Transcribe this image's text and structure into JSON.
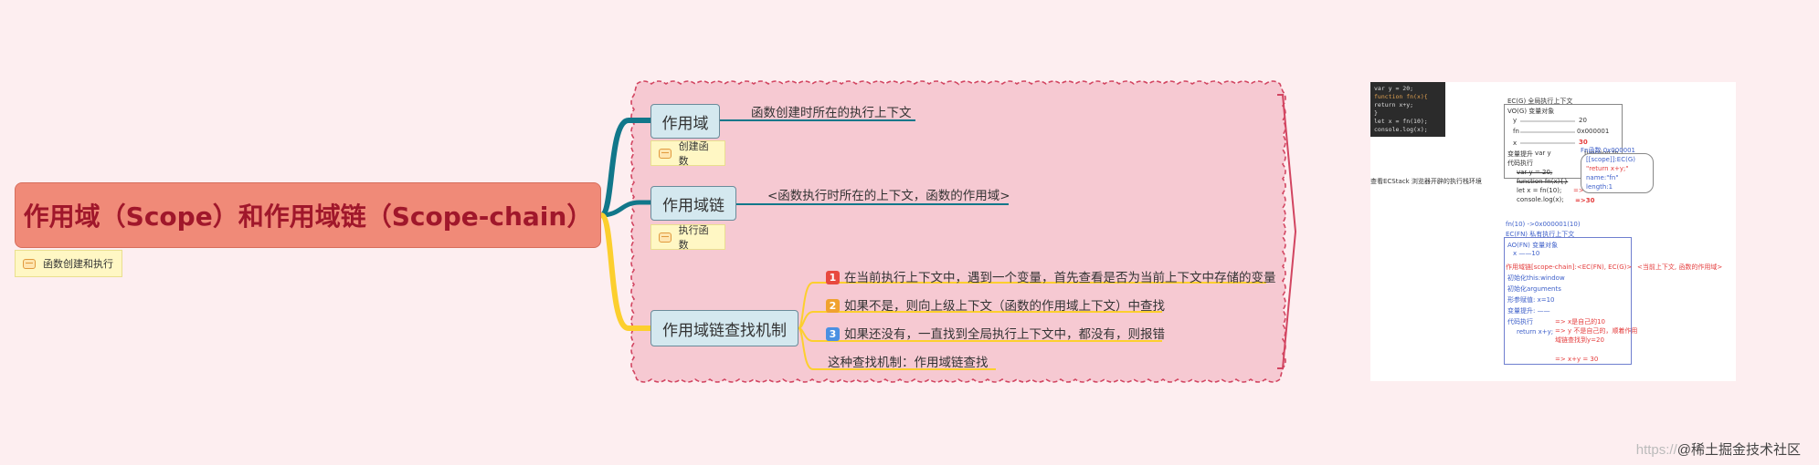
{
  "root": {
    "title": "作用域（Scope）和作用域链（Scope-chain）",
    "note": "函数创建和执行"
  },
  "branches": [
    {
      "title": "作用域",
      "note": "创建函数",
      "description": "函数创建时所在的执行上下文"
    },
    {
      "title": "作用域链",
      "note": "执行函数",
      "description": "<函数执行时所在的上下文，函数的作用域>"
    },
    {
      "title": "作用域链查找机制",
      "steps": [
        {
          "num": "1",
          "text": "在当前执行上下文中，遇到一个变量，首先查看是否为当前上下文中存储的变量",
          "color": "#e8493f"
        },
        {
          "num": "2",
          "text": "如果不是，则向上级上下文（函数的作用域上下文）中查找",
          "color": "#f0a22e"
        },
        {
          "num": "3",
          "text": "如果还没有，一直找到全局执行上下文中，都没有，则报错",
          "color": "#4a90e2"
        }
      ],
      "summary": "这种查找机制：作用域链查找"
    }
  ],
  "screenshot": {
    "code_lines": [
      "var y = 20;",
      "function fn(x){",
      "    return x+y;",
      "}",
      "let x = fn(10);",
      "console.log(x);"
    ],
    "side_label": "查看ECStack 浏览器开辟的执行栈环境",
    "ecg_title": "EC(G) 全局执行上下文",
    "vo_title": "VO(G) 变量对象",
    "vo_rows": [
      {
        "name": "y",
        "value": "20"
      },
      {
        "name": "fn",
        "value": "0x000001"
      },
      {
        "name": "x",
        "value": "30"
      }
    ],
    "hoist_label": "变量提升",
    "hoist_items": [
      "var y",
      "function fn..."
    ],
    "exec_label": "代码执行",
    "exec_lines": [
      "var y = 20;",
      "function fn(x){}",
      "let x = fn(10);",
      "console.log(x);"
    ],
    "exec_notes": [
      "=> 30",
      "=>30"
    ],
    "heap_title": "Fn函数 0x000001",
    "heap_lines": [
      "[[scope]]:EC(G)",
      "\"return x+y;\"",
      "name:\"fn\"",
      "length:1"
    ],
    "call_label": "fn(10) ->0x000001(10)",
    "ecfn_title": "EC(FN) 私有执行上下文",
    "ao_title": "AO(FN) 变量对象",
    "ao_row": "x ——10",
    "chain_text": "作用域链[scope-chain]:<EC(FN), EC(G)>",
    "chain_note": "<当前上下文, 函数的作用域>",
    "ao_items": [
      "初始化this:window",
      "初始化arguments",
      "形参赋值: x=10",
      "变量提升: ——",
      "代码执行"
    ],
    "ao_return": "return x+y;",
    "red_notes": [
      "=> x是自己的10",
      "=> y 不是自己的，顺着作用",
      "域链查找到y=20",
      "=> x+y = 30"
    ]
  },
  "watermark": {
    "prefix": "https://",
    "text": "@稀土掘金技术社区"
  },
  "colors": {
    "background": "#fdeef0",
    "root_fill": "#f08a78",
    "root_text": "#a0172b",
    "cloud_fill": "#f6c9d2",
    "cloud_border": "#d24561",
    "branch_teal": "#11778a",
    "branch_yellow": "#fccf2e",
    "topic_fill": "#d4e8ef"
  }
}
